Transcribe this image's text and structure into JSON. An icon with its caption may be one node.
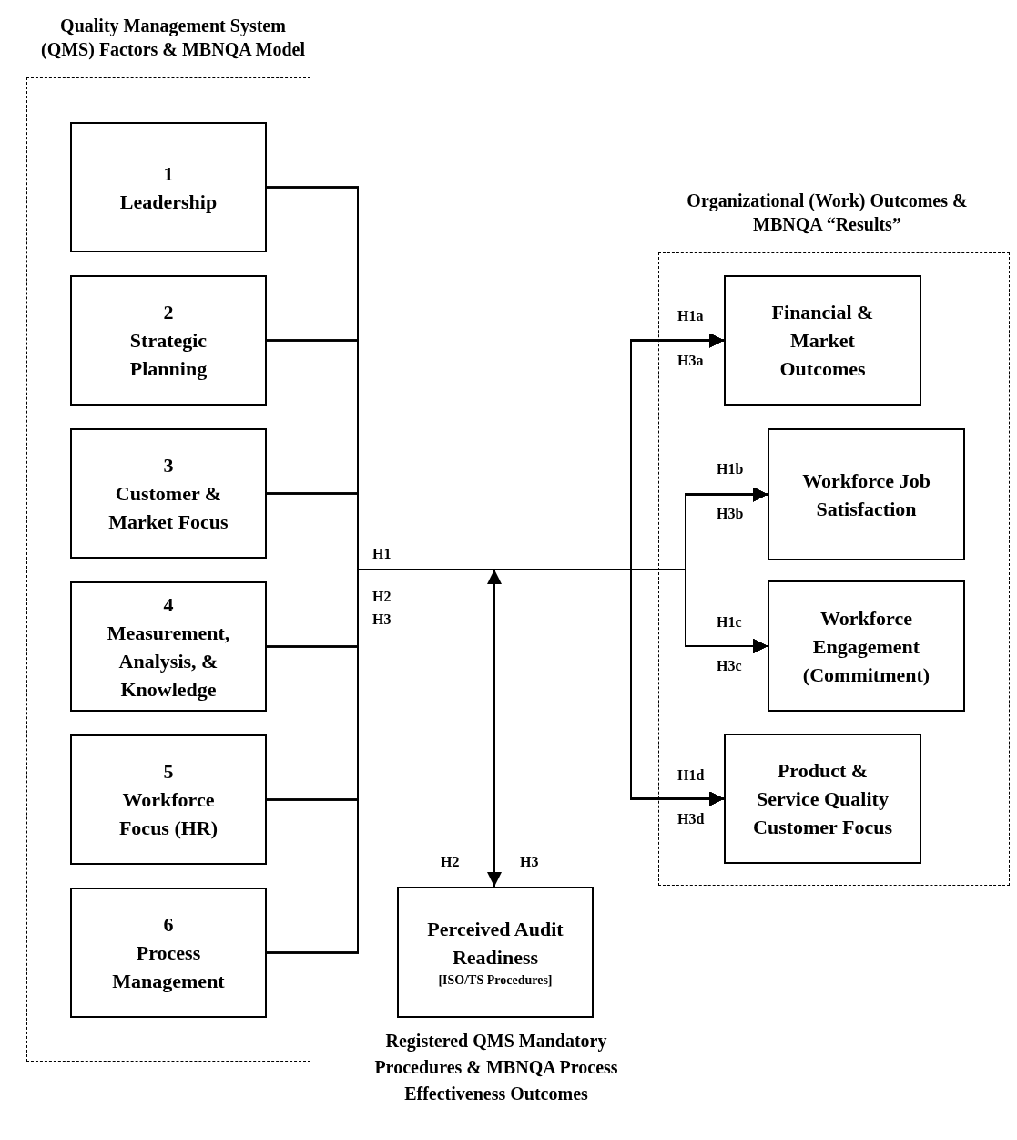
{
  "diagram": {
    "nodes": [
      {
        "text": [
          "Quality Management System (QMS) Factors & MBNQA Model"
        ]
      },
      {
        "text": [
          "1",
          "Leadership"
        ],
        "in": 0
      },
      {
        "text": [
          "2",
          "Strategic Planning"
        ],
        "in": 0
      },
      {
        "text": [
          "3",
          "Customer & Market Focus"
        ],
        "in": 0
      },
      {
        "text": [
          "4",
          "Measurement, Analysis, & Knowledge"
        ],
        "in": 0
      },
      {
        "text": [
          "5",
          "Workforce Focus (HR)"
        ],
        "in": 0
      },
      {
        "text": [
          "6",
          "Process Management"
        ],
        "in": 0
      },
      {
        "text": [
          "Organizational (Work) Outcomes & MBNQA “Results”"
        ]
      },
      {
        "text": [
          "Financial & Market Outcomes"
        ],
        "in": 7
      },
      {
        "text": [
          "Workforce Job Satisfaction"
        ],
        "in": 7
      },
      {
        "text": [
          "Workforce Engagement (Commitment)"
        ],
        "in": 7
      },
      {
        "text": [
          "Product & Service Quality Customer Focus"
        ],
        "in": 7
      },
      {
        "text": [
          "Perceived Audit Readiness",
          "[ISO/TS Procedures]"
        ],
        "beside": [
          "Registered QMS Mandatory Procedures & MBNQA Process Effectiveness Outcomes"
        ]
      }
    ],
    "edges": [
      {
        "from": 1,
        "to": 8,
        "arrow": "to"
      },
      {
        "from": 1,
        "to": 9,
        "arrow": "to"
      },
      {
        "from": 1,
        "to": 10,
        "arrow": "to"
      },
      {
        "from": 1,
        "to": 11,
        "arrow": "to"
      },
      {
        "from": 2,
        "to": 8,
        "arrow": "to"
      },
      {
        "from": 2,
        "to": 9,
        "arrow": "to"
      },
      {
        "from": 2,
        "to": 10,
        "arrow": "to"
      },
      {
        "from": 2,
        "to": 11,
        "arrow": "to"
      },
      {
        "from": 3,
        "to": 8,
        "arrow": "to"
      },
      {
        "from": 3,
        "to": 9,
        "arrow": "to"
      },
      {
        "from": 3,
        "to": 10,
        "arrow": "to"
      },
      {
        "from": 3,
        "to": 11,
        "arrow": "to"
      },
      {
        "from": 4,
        "to": 8,
        "arrow": "to"
      },
      {
        "from": 4,
        "to": 9,
        "arrow": "to"
      },
      {
        "from": 4,
        "to": 10,
        "arrow": "to"
      },
      {
        "from": 4,
        "to": 11,
        "arrow": "to"
      },
      {
        "from": 5,
        "to": 8,
        "arrow": "to"
      },
      {
        "from": 5,
        "to": 9,
        "arrow": "to"
      },
      {
        "from": 5,
        "to": 10,
        "arrow": "to"
      },
      {
        "from": 5,
        "to": 11,
        "arrow": "to"
      },
      {
        "from": 6,
        "to": 8,
        "arrow": "to"
      },
      {
        "from": 6,
        "to": 9,
        "arrow": "to"
      },
      {
        "from": 6,
        "to": 10,
        "arrow": "to"
      },
      {
        "from": 6,
        "to": 11,
        "arrow": "to"
      },
      {
        "from": null,
        "to": 12,
        "arrow": "both"
      }
    ],
    "labels": [
      "H1a",
      "H3a",
      "H1b",
      "H3b",
      "H1",
      "H2",
      "H3",
      "H1c",
      "H3c",
      "H1d",
      "H3d",
      "H2",
      "H3"
    ]
  }
}
